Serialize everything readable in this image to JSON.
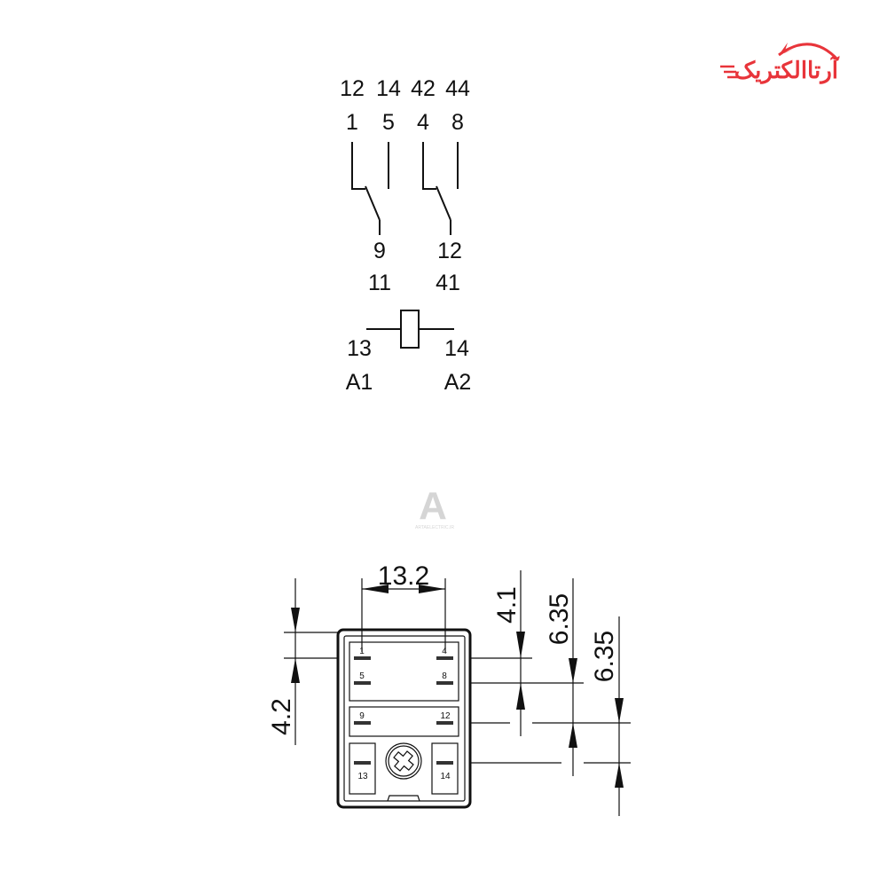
{
  "logo": {
    "text": "آرتاالکتریک",
    "color": "#e8343a"
  },
  "watermark": {
    "text": "A",
    "subtext": "ARTAELECTRIC.IR"
  },
  "schematic": {
    "top_labels_row1": [
      "12",
      "14",
      "42",
      "44"
    ],
    "top_labels_row2": [
      "1",
      "5",
      "4",
      "8"
    ],
    "common_labels_row1": [
      "9",
      "12"
    ],
    "common_labels_row2": [
      "11",
      "41"
    ],
    "coil_labels_row1": [
      "13",
      "14"
    ],
    "coil_labels_row2": [
      "A1",
      "A2"
    ]
  },
  "footprint": {
    "pins": [
      "1",
      "4",
      "5",
      "8",
      "9",
      "12",
      "13",
      "14"
    ],
    "dimensions": {
      "width": "13.2",
      "left_offset": "4.2",
      "row_gap": "4.1",
      "pitch_1": "6.35",
      "pitch_2": "6.35"
    }
  }
}
